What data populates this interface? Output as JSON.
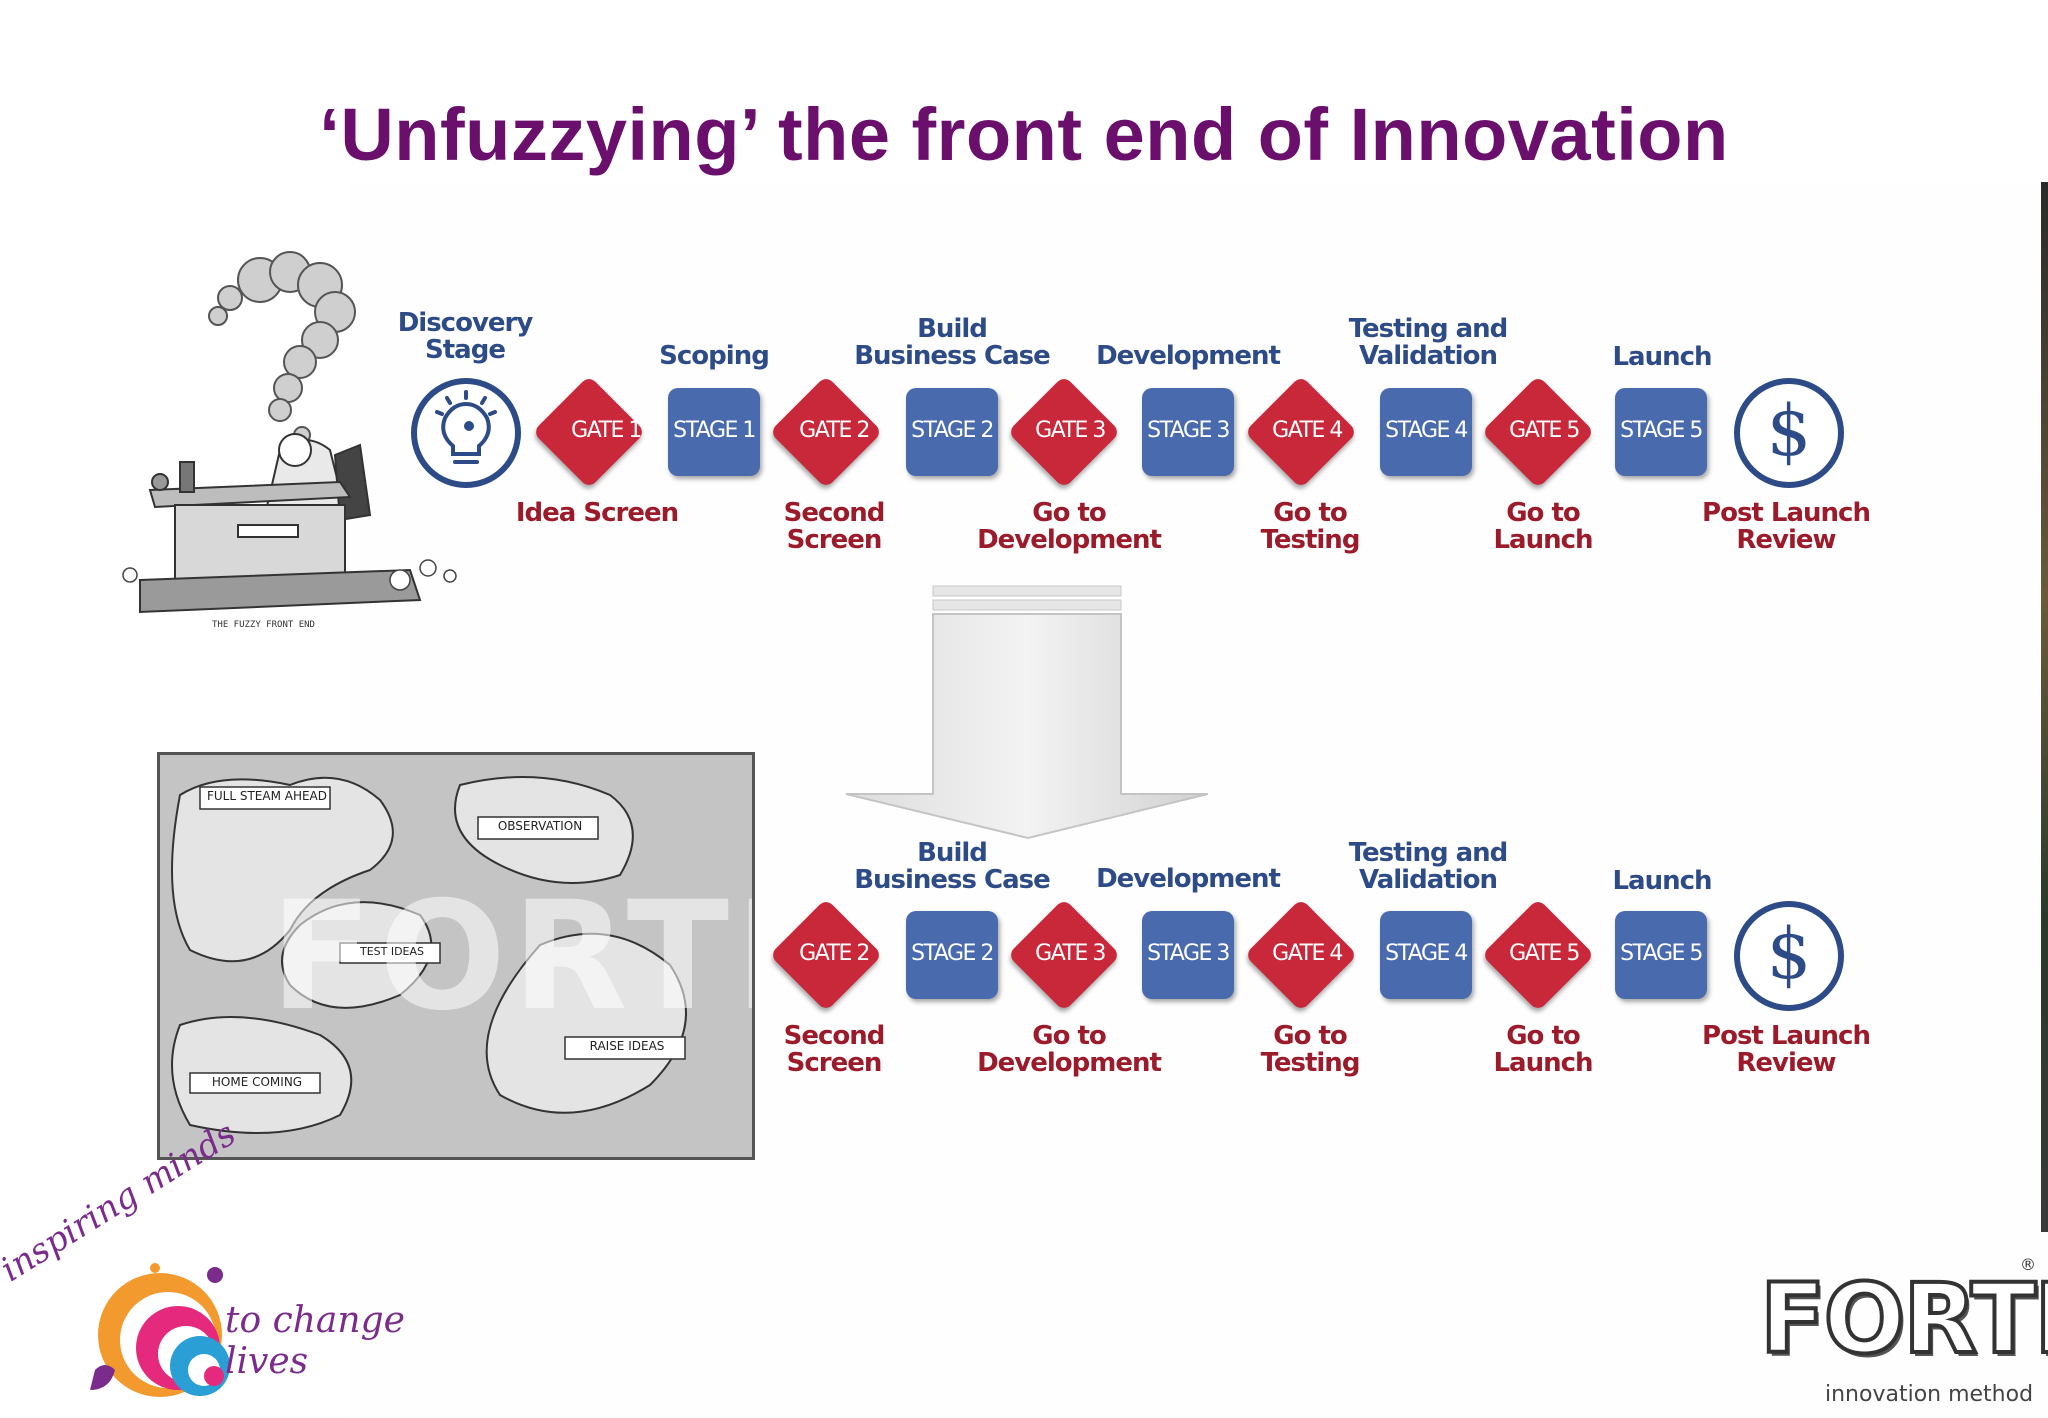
{
  "title": "‘Unfuzzying’ the front end of Innovation",
  "colors": {
    "title": "#6a0f6b",
    "gate": "#c8283a",
    "stage": "#4a6aae",
    "phase_label": "#2d4b87",
    "gate_label": "#9c1b2b",
    "icon": "#2d4b87"
  },
  "top_row": {
    "phase_labels": [
      "Discovery\nStage",
      "Scoping",
      "Build\nBusiness Case",
      "Development",
      "Testing and\nValidation",
      "Launch"
    ],
    "gates": [
      "GATE 1",
      "GATE 2",
      "GATE 3",
      "GATE 4",
      "GATE 5"
    ],
    "stages": [
      "STAGE 1",
      "STAGE 2",
      "STAGE 3",
      "STAGE 4",
      "STAGE 5"
    ],
    "gate_labels": [
      "Idea Screen",
      "Second\nScreen",
      "Go to\nDevelopment",
      "Go to\nTesting",
      "Go to\nLaunch",
      "Post Launch\nReview"
    ],
    "icons": [
      "lightbulb-icon",
      "dollar-icon"
    ]
  },
  "bottom_row": {
    "phase_labels": [
      "Build\nBusiness Case",
      "Development",
      "Testing and\nValidation",
      "Launch"
    ],
    "gates": [
      "GATE 2",
      "GATE 3",
      "GATE 4",
      "GATE 5"
    ],
    "stages": [
      "STAGE 2",
      "STAGE 3",
      "STAGE 4",
      "STAGE 5"
    ],
    "gate_labels": [
      "Second\nScreen",
      "Go to\nDevelopment",
      "Go to\nTesting",
      "Go to\nLaunch",
      "Post Launch\nReview"
    ],
    "icons": [
      "dollar-icon"
    ]
  },
  "cartoon": {
    "caption": "THE FUZZY FRONT END"
  },
  "map": {
    "overlay_word": "FORTH",
    "banners": [
      "FULL STEAM AHEAD",
      "OBSERVATION",
      "TEST IDEAS",
      "RAISE IDEAS",
      "HOME COMING"
    ]
  },
  "logo_left": {
    "line1": "inspiring minds",
    "line2": "to change lives"
  },
  "logo_right": {
    "brand": "FORTH",
    "registered": "®",
    "tagline": "innovation method"
  }
}
